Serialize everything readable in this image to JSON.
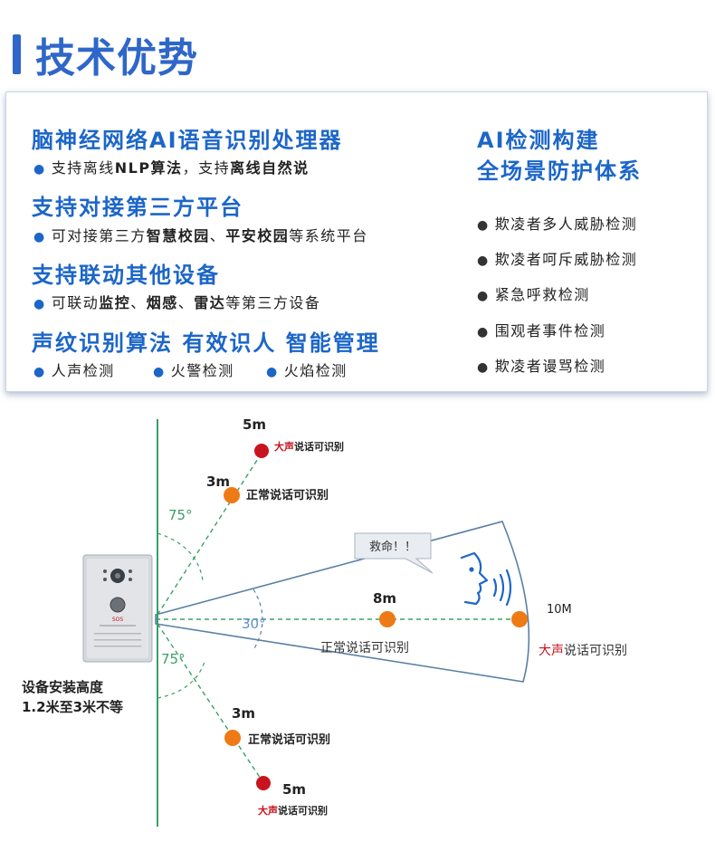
{
  "header": {
    "title": "技术优势"
  },
  "features": {
    "ai_chip": {
      "title": "脑神经网络AI语音识别处理器",
      "bullet_pre": "支持离线",
      "bullet_bold1": "NLP算法",
      "bullet_mid": "，支持",
      "bullet_bold2": "离线自然说"
    },
    "third_party": {
      "title": "支持对接第三方平台",
      "bullet_pre": "可对接第三方",
      "bullet_bold1": "智慧校园",
      "bullet_sep": "、",
      "bullet_bold2": "平安校园",
      "bullet_post": "等系统平台"
    },
    "linkage": {
      "title": "支持联动其他设备",
      "bullet_pre": "可联动",
      "bullet_bold1": "监控",
      "bullet_sep1": "、",
      "bullet_bold2": "烟感",
      "bullet_sep2": "、",
      "bullet_bold3": "雷达",
      "bullet_post": "等第三方设备"
    },
    "voiceprint": {
      "title": "声纹识别算法 有效识人 智能管理",
      "items": [
        "人声检测",
        "火警检测",
        "火焰检测"
      ]
    },
    "detection": {
      "title_line1": "AI检测构建",
      "title_line2": "全场景防护体系",
      "items": [
        "欺凌者多人威胁检测",
        "欺凌者呵斥威胁检测",
        "紧急呼救检测",
        "围观者事件检测",
        "欺凌者谩骂检测"
      ]
    }
  },
  "diagram": {
    "install_height_line1": "设备安装高度",
    "install_height_line2": "1.2米至3米不等",
    "speech_bubble": "救命！！",
    "angle_top": "75°",
    "angle_mid": "30°",
    "angle_bottom": "75°",
    "top_far_distance": "5m",
    "top_far_prefix": "大声",
    "top_far_suffix": "说话可识别",
    "top_near_distance": "3m",
    "top_near_label": "正常说话可识别",
    "mid_distance": "8m",
    "mid_label": "正常说话可识别",
    "far_distance": "10M",
    "far_prefix": "大声",
    "far_suffix": "说话可识别",
    "bottom_near_distance": "3m",
    "bottom_near_label": "正常说话可识别",
    "bottom_far_distance": "5m",
    "bottom_far_prefix": "大声",
    "bottom_far_suffix": "说话可识别",
    "device_sos": "SOS",
    "colors": {
      "red_dot": "#c8141e",
      "orange_dot": "#ee7a16",
      "green_line": "#3aa068",
      "blue_text": "#1c66c8"
    }
  }
}
